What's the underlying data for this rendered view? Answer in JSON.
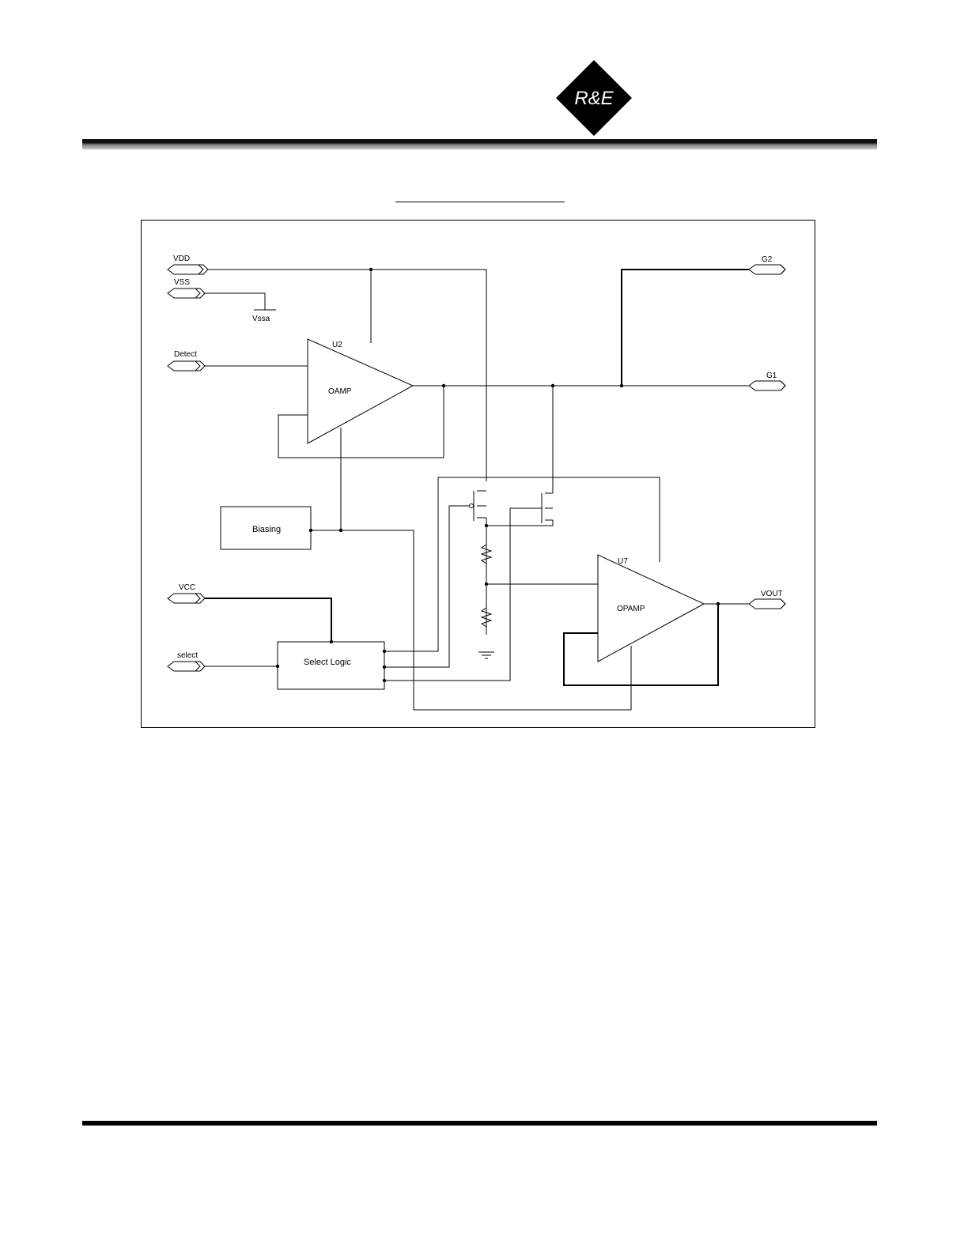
{
  "logo": {
    "text": "R&E"
  },
  "ports": {
    "vdd": "VDD",
    "vss": "VSS",
    "detect": "Detect",
    "vcc": "VCC",
    "select": "select",
    "g2": "G2",
    "g1": "G1",
    "vout": "VOUT"
  },
  "ground_label": "Vssa",
  "blocks": {
    "u2_ref": "U2",
    "u2_name": "OAMP",
    "u7_ref": "U7",
    "u7_name": "OPAMP",
    "biasing": "Biasing",
    "select_logic": "Select Logic"
  }
}
